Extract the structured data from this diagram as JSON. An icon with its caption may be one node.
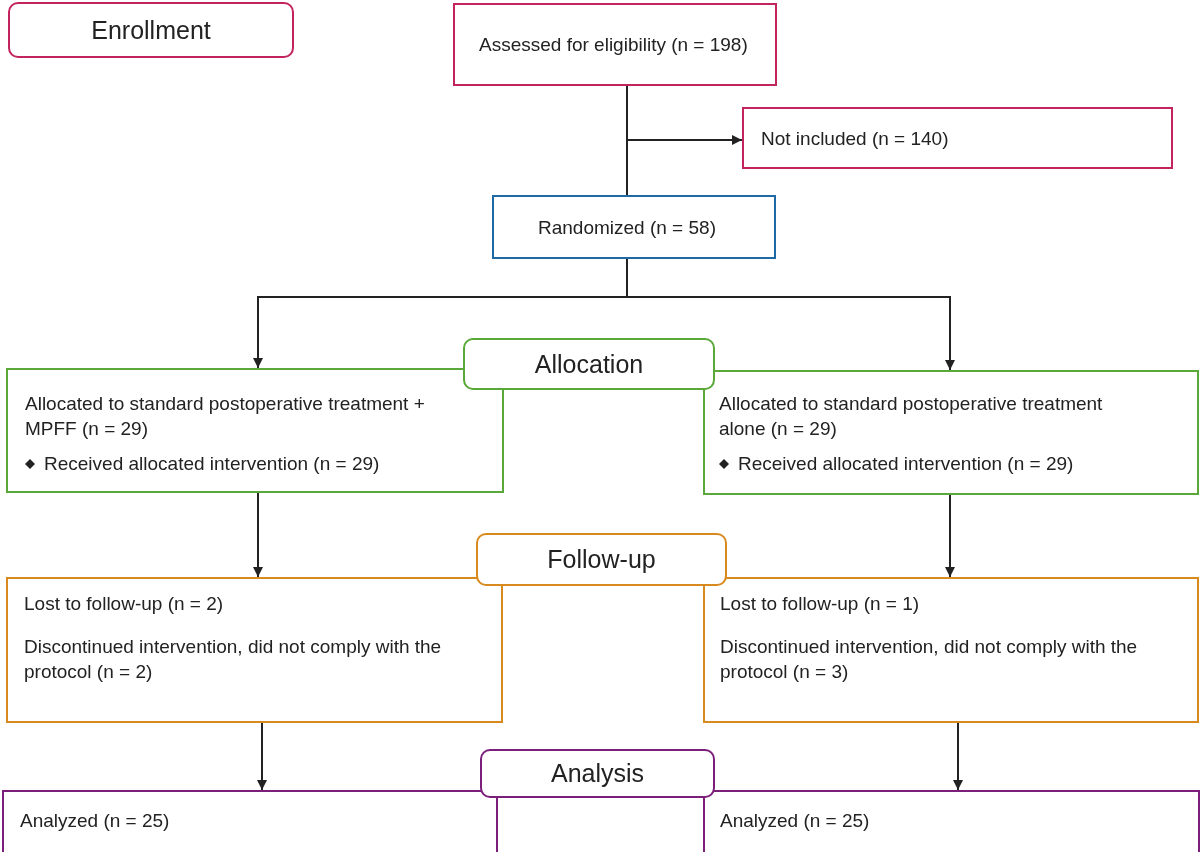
{
  "diagram": {
    "nodes": [
      {
        "text": [
          "Enrollment"
        ]
      },
      {
        "text": [
          "Assessed for eligibility (n = 198)"
        ]
      },
      {
        "text": [
          "Not included (n = 140)"
        ]
      },
      {
        "text": [
          "Randomized (n = 58)"
        ]
      },
      {
        "text": [
          "Allocation"
        ]
      },
      {
        "text": [
          "Allocated to standard postoperative treatment + MPFF (n = 29)",
          "Received allocated intervention (n = 29)"
        ]
      },
      {
        "text": [
          "Allocated to standard postoperative treatment alone (n = 29)",
          "Received allocated intervention (n = 29)"
        ]
      },
      {
        "text": [
          "Follow-up"
        ]
      },
      {
        "text": [
          "Lost to follow-up (n = 2)",
          "Discontinued intervention, did not comply with the protocol (n = 2)"
        ]
      },
      {
        "text": [
          "Lost to follow-up (n = 1)",
          "Discontinued intervention, did not comply with the protocol (n = 3)"
        ]
      },
      {
        "text": [
          "Analysis"
        ]
      },
      {
        "text": [
          "Analyzed (n = 25)"
        ]
      },
      {
        "text": [
          "Analyzed (n = 25)"
        ]
      }
    ],
    "edges": [
      {
        "from": 1,
        "to": 2,
        "arrow": "to"
      },
      {
        "from": 1,
        "to": 3,
        "arrow": "none"
      },
      {
        "from": 3,
        "to": 5,
        "arrow": "to"
      },
      {
        "from": 3,
        "to": 6,
        "arrow": "to"
      },
      {
        "from": 5,
        "to": 8,
        "arrow": "to"
      },
      {
        "from": 6,
        "to": 9,
        "arrow": "to"
      },
      {
        "from": 8,
        "to": 11,
        "arrow": "to"
      },
      {
        "from": 9,
        "to": 12,
        "arrow": "to"
      }
    ]
  }
}
